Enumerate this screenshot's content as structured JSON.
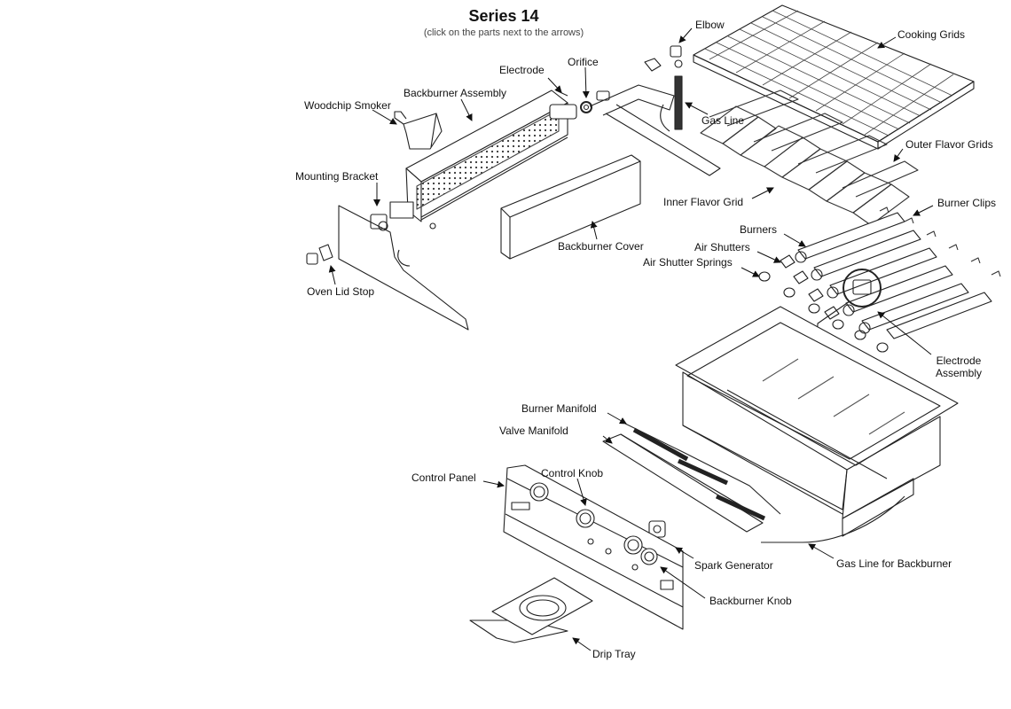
{
  "header": {
    "title": "Series 14",
    "subtitle": "(click on the parts next to the arrows)"
  },
  "labels": {
    "elbow": "Elbow",
    "cooking_grids": "Cooking Grids",
    "orifice": "Orifice",
    "electrode": "Electrode",
    "backburner_assembly": "Backburner Assembly",
    "woodchip_smoker": "Woodchip Smoker",
    "gas_line": "Gas Line",
    "outer_flavor_grids": "Outer Flavor Grids",
    "mounting_bracket": "Mounting Bracket",
    "inner_flavor_grid": "Inner Flavor Grid",
    "burner_clips": "Burner Clips",
    "burners": "Burners",
    "backburner_cover": "Backburner Cover",
    "air_shutters": "Air Shutters",
    "air_shutter_springs": "Air Shutter Springs",
    "oven_lid_stop": "Oven Lid Stop",
    "electrode_assembly_line1": "Electrode",
    "electrode_assembly_line2": "Assembly",
    "burner_manifold": "Burner Manifold",
    "valve_manifold": "Valve Manifold",
    "control_panel": "Control Panel",
    "control_knob": "Control Knob",
    "spark_generator": "Spark Generator",
    "gas_line_for_backburner": "Gas Line for Backburner",
    "backburner_knob": "Backburner Knob",
    "drip_tray": "Drip Tray"
  },
  "colors": {
    "line": "#222222",
    "text": "#111111"
  }
}
